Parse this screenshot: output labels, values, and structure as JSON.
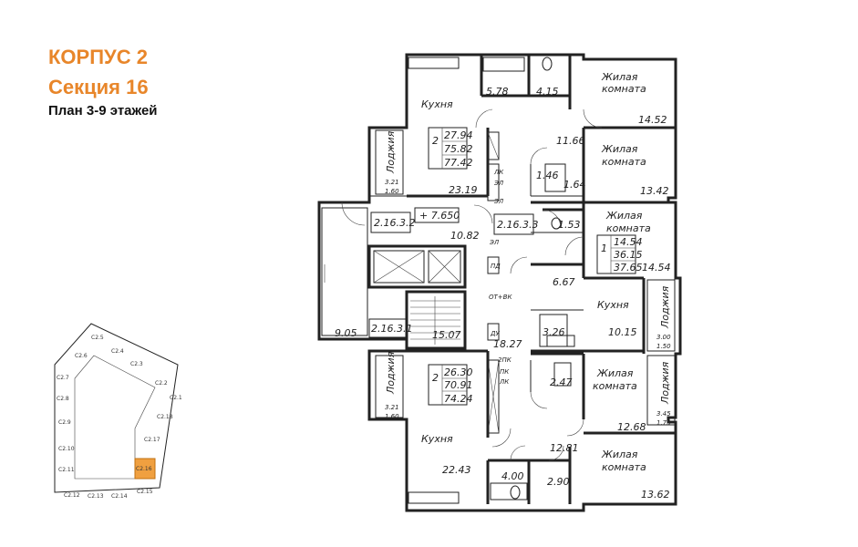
{
  "header": {
    "building": "КОРПУС 2",
    "section": "Секция 16",
    "plan": "План 3-9 этажей"
  },
  "colors": {
    "accent": "#e8862a",
    "highlight": "#f0a040"
  },
  "rooms": {
    "kitchen_top": "Кухня",
    "bath_top_a": "5.78",
    "bath_top_b": "4.15",
    "living1_label_a": "Жилая",
    "living1_label_b": "комната",
    "living1_area": "14.52",
    "hall_top": "11.66",
    "living2_label_a": "Жилая",
    "living2_label_b": "комната",
    "living2_area": "13.42",
    "wc_top_a": "1.46",
    "wc_top_b": "1.64",
    "kitchen_top_area": "23.19",
    "loggia_tl": "Лоджия",
    "loggia_tl_a": "3.21",
    "loggia_tl_b": "1.60",
    "apt_tl_rooms": "2",
    "apt_tl_a": "27.94",
    "apt_tl_b": "75.82",
    "apt_tl_c": "77.42",
    "lk": "ЛК",
    "el": "ЭЛ",
    "living3_label_a": "Жилая",
    "living3_label_b": "комната",
    "bath_mid": "1.53",
    "code_232": "2.16.3.2",
    "level": "+ 7.650",
    "code_233": "2.16.3.3",
    "hall_mid": "10.82",
    "apt_r_rooms": "1",
    "apt_r_a": "14.54",
    "apt_r_b": "36.15",
    "apt_r_c": "37.65",
    "living3_area": "14.54",
    "pd": "ПД",
    "hall_r": "6.67",
    "kitchen_r": "Кухня",
    "kitchen_r_area": "10.15",
    "loggia_r1": "Лоджия",
    "loggia_r1_a": "3.00",
    "loggia_r1_b": "1.50",
    "otvk": "ОТ+ВК",
    "code_231": "2.16.3.1",
    "left_room": "9.05",
    "stair": "15.07",
    "du": "ДУ",
    "corridor": "18.27",
    "bath_r": "3.26",
    "pk2": "2ПК",
    "pk": "ПК",
    "lk2": "ЛК",
    "loggia_bl": "Лоджия",
    "loggia_bl_a": "3.21",
    "loggia_bl_b": "1.60",
    "apt_bl_rooms": "2",
    "apt_bl_a": "26.30",
    "apt_bl_b": "70.91",
    "apt_bl_c": "74.24",
    "wc_r": "2.47",
    "living4_label_a": "Жилая",
    "living4_label_b": "комната",
    "loggia_r2": "Лоджия",
    "loggia_r2_a": "3.45",
    "loggia_r2_b": "1.73",
    "living4_area": "12.68",
    "kitchen_bl": "Кухня",
    "hall_bot": "12.81",
    "living5_label_a": "Жилая",
    "living5_label_b": "комната",
    "kitchen_bl_area": "22.43",
    "bath_bot_a": "4.00",
    "bath_bot_b": "2.90",
    "living5_area": "13.62"
  },
  "keyplan": {
    "sections": [
      "С2.5",
      "С2.6",
      "С2.4",
      "С2.3",
      "С2.7",
      "С2.2",
      "С2.8",
      "С2.1",
      "С2.9",
      "С2.18",
      "С2.10",
      "С2.17",
      "С2.16",
      "С2.11",
      "С2.12",
      "С2.13",
      "С2.14",
      "С2.15"
    ],
    "active": "С2.16"
  }
}
